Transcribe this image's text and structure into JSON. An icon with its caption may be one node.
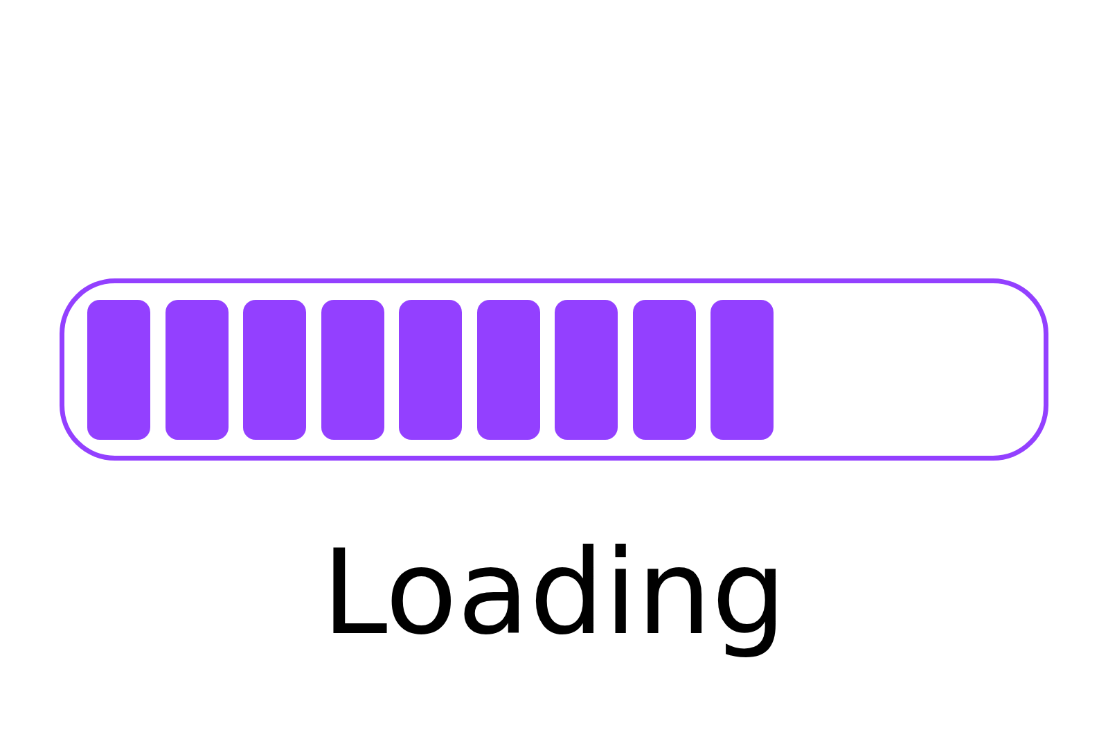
{
  "diagram": {
    "nodes": [
      {
        "text": [],
        "shape": "bar"
      },
      {
        "text": [],
        "shape": "box",
        "in": 0
      },
      {
        "text": [],
        "shape": "box",
        "in": 0
      },
      {
        "text": [],
        "shape": "box",
        "in": 0
      },
      {
        "text": [],
        "shape": "box",
        "in": 0
      },
      {
        "text": [],
        "shape": "box",
        "in": 0
      },
      {
        "text": [],
        "shape": "box",
        "in": 0
      },
      {
        "text": [],
        "shape": "box",
        "in": 0
      },
      {
        "text": [],
        "shape": "box",
        "in": 0
      },
      {
        "text": [],
        "shape": "box",
        "in": 0
      }
    ],
    "labels": [
      "Loading"
    ]
  }
}
